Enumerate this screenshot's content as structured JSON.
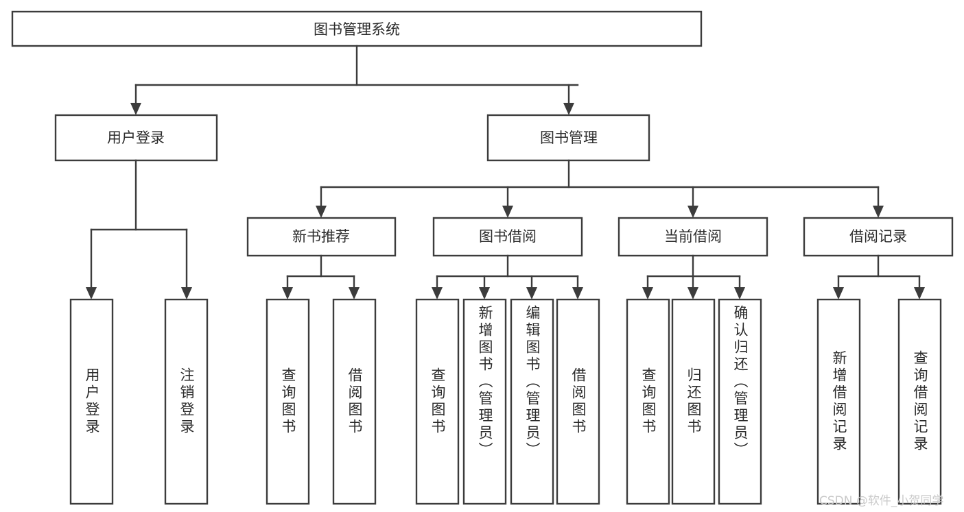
{
  "diagram": {
    "type": "tree-hierarchy",
    "title": "图书管理系统",
    "background_color": "#ffffff",
    "stroke_color": "#3c3c3c",
    "text_color": "#2b2b2b",
    "root": {
      "label": "图书管理系统"
    },
    "level2": [
      {
        "label": "用户登录"
      },
      {
        "label": "图书管理"
      }
    ],
    "level3": [
      {
        "label": "新书推荐"
      },
      {
        "label": "图书借阅"
      },
      {
        "label": "当前借阅"
      },
      {
        "label": "借阅记录"
      }
    ],
    "leaves": {
      "user_login": [
        {
          "label": "用户登录"
        },
        {
          "label": "注销登录"
        }
      ],
      "new_book_recommend": [
        {
          "label": "查询图书"
        },
        {
          "label": "借阅图书"
        }
      ],
      "book_borrow": [
        {
          "label": "查询图书"
        },
        {
          "label": "新增图书（管理员）"
        },
        {
          "label": "编辑图书（管理员）"
        },
        {
          "label": "借阅图书"
        }
      ],
      "current_borrow": [
        {
          "label": "查询图书"
        },
        {
          "label": "归还图书"
        },
        {
          "label": "确认归还（管理员）"
        }
      ],
      "borrow_record": [
        {
          "label": "新增借阅记录"
        },
        {
          "label": "查询借阅记录"
        }
      ]
    },
    "watermark": "CSDN @软件_小贺同学"
  }
}
